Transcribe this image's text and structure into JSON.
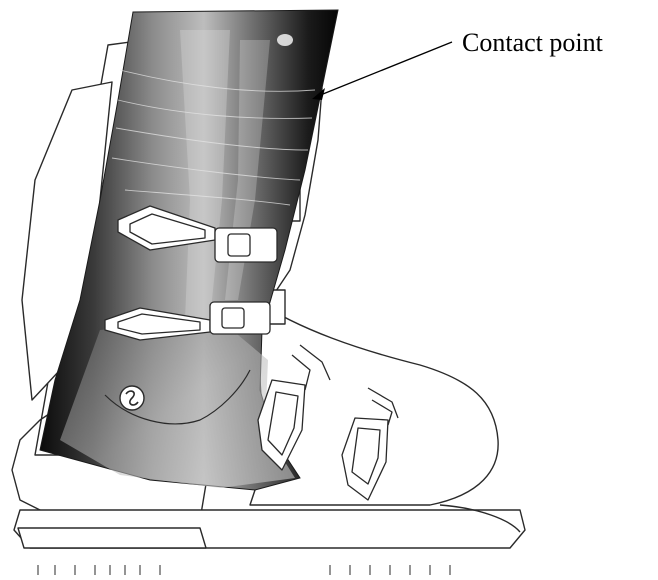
{
  "annotation": {
    "label": "Contact point"
  },
  "colors": {
    "outline": "#2a2a2a",
    "boot_fill": "#ffffff",
    "xray_dark": "#0e0e0e",
    "xray_mid": "#5a5a5a",
    "xray_light": "#c9c9c9"
  },
  "icons": [
    "ski-boot-outline",
    "leg-xray",
    "buckle",
    "arrow"
  ]
}
